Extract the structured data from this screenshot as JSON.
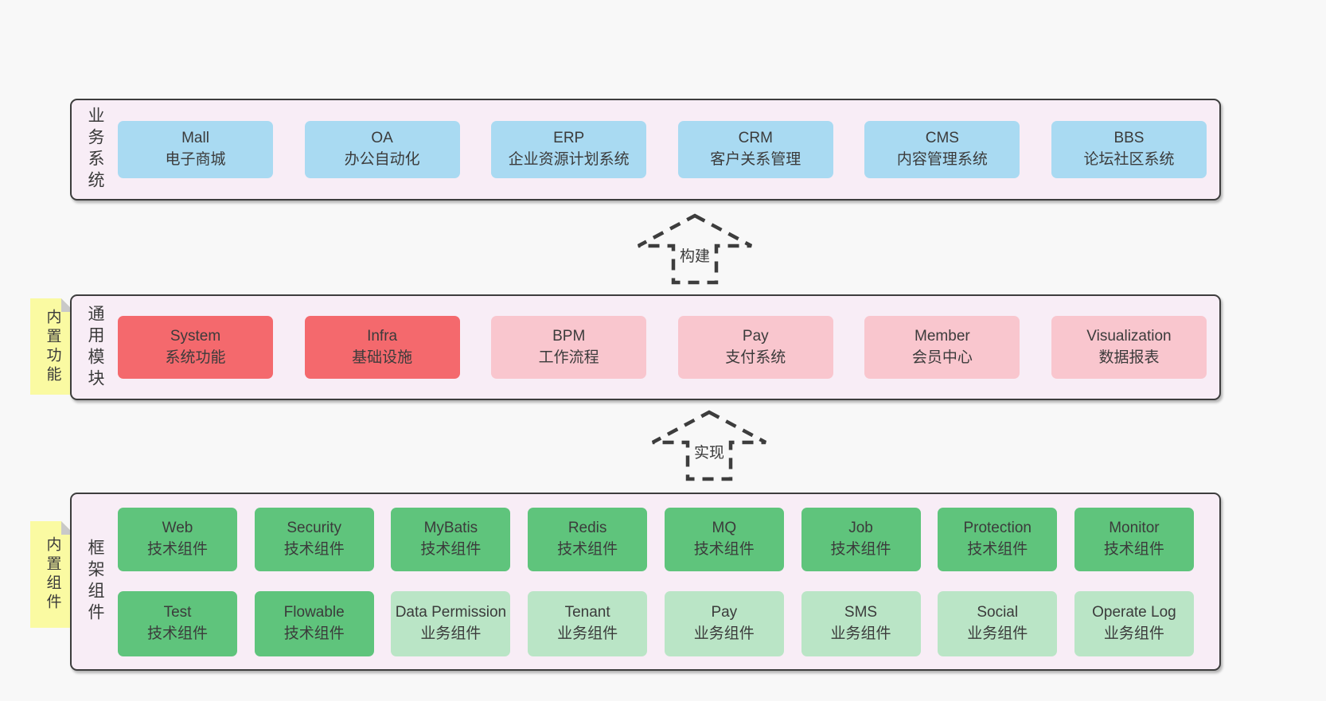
{
  "colors": {
    "page_bg": "#f8f8f8",
    "panel_bg": "#f8edf6",
    "panel_border": "#3d3d3d",
    "box_blue": "#a9daf2",
    "box_red": "#f4696d",
    "box_pink": "#f9c6ce",
    "box_green": "#5fc47c",
    "box_green_light": "#bae5c6",
    "sticky_yellow": "#fafaa2",
    "text": "#3b3b3b"
  },
  "arrows": [
    {
      "label": "构建"
    },
    {
      "label": "实现"
    }
  ],
  "sections": [
    {
      "label": "业务系统",
      "items": [
        {
          "name": "Mall",
          "desc": "电子商城"
        },
        {
          "name": "OA",
          "desc": "办公自动化"
        },
        {
          "name": "ERP",
          "desc": "企业资源计划系统"
        },
        {
          "name": "CRM",
          "desc": "客户关系管理"
        },
        {
          "name": "CMS",
          "desc": "内容管理系统"
        },
        {
          "name": "BBS",
          "desc": "论坛社区系统"
        }
      ]
    },
    {
      "label": "通用模块",
      "sticky": "内置功能",
      "items": [
        {
          "name": "System",
          "desc": "系统功能"
        },
        {
          "name": "Infra",
          "desc": "基础设施"
        },
        {
          "name": "BPM",
          "desc": "工作流程"
        },
        {
          "name": "Pay",
          "desc": "支付系统"
        },
        {
          "name": "Member",
          "desc": "会员中心"
        },
        {
          "name": "Visualization",
          "desc": "数据报表"
        }
      ]
    },
    {
      "label": "框架组件",
      "sticky": "内置组件",
      "rows": [
        [
          {
            "name": "Web",
            "desc": "技术组件"
          },
          {
            "name": "Security",
            "desc": "技术组件"
          },
          {
            "name": "MyBatis",
            "desc": "技术组件"
          },
          {
            "name": "Redis",
            "desc": "技术组件"
          },
          {
            "name": "MQ",
            "desc": "技术组件"
          },
          {
            "name": "Job",
            "desc": "技术组件"
          },
          {
            "name": "Protection",
            "desc": "技术组件"
          },
          {
            "name": "Monitor",
            "desc": "技术组件"
          }
        ],
        [
          {
            "name": "Test",
            "desc": "技术组件"
          },
          {
            "name": "Flowable",
            "desc": "技术组件"
          },
          {
            "name": "Data Permission",
            "desc": "业务组件"
          },
          {
            "name": "Tenant",
            "desc": "业务组件"
          },
          {
            "name": "Pay",
            "desc": "业务组件"
          },
          {
            "name": "SMS",
            "desc": "业务组件"
          },
          {
            "name": "Social",
            "desc": "业务组件"
          },
          {
            "name": "Operate Log",
            "desc": "业务组件"
          }
        ]
      ]
    }
  ]
}
